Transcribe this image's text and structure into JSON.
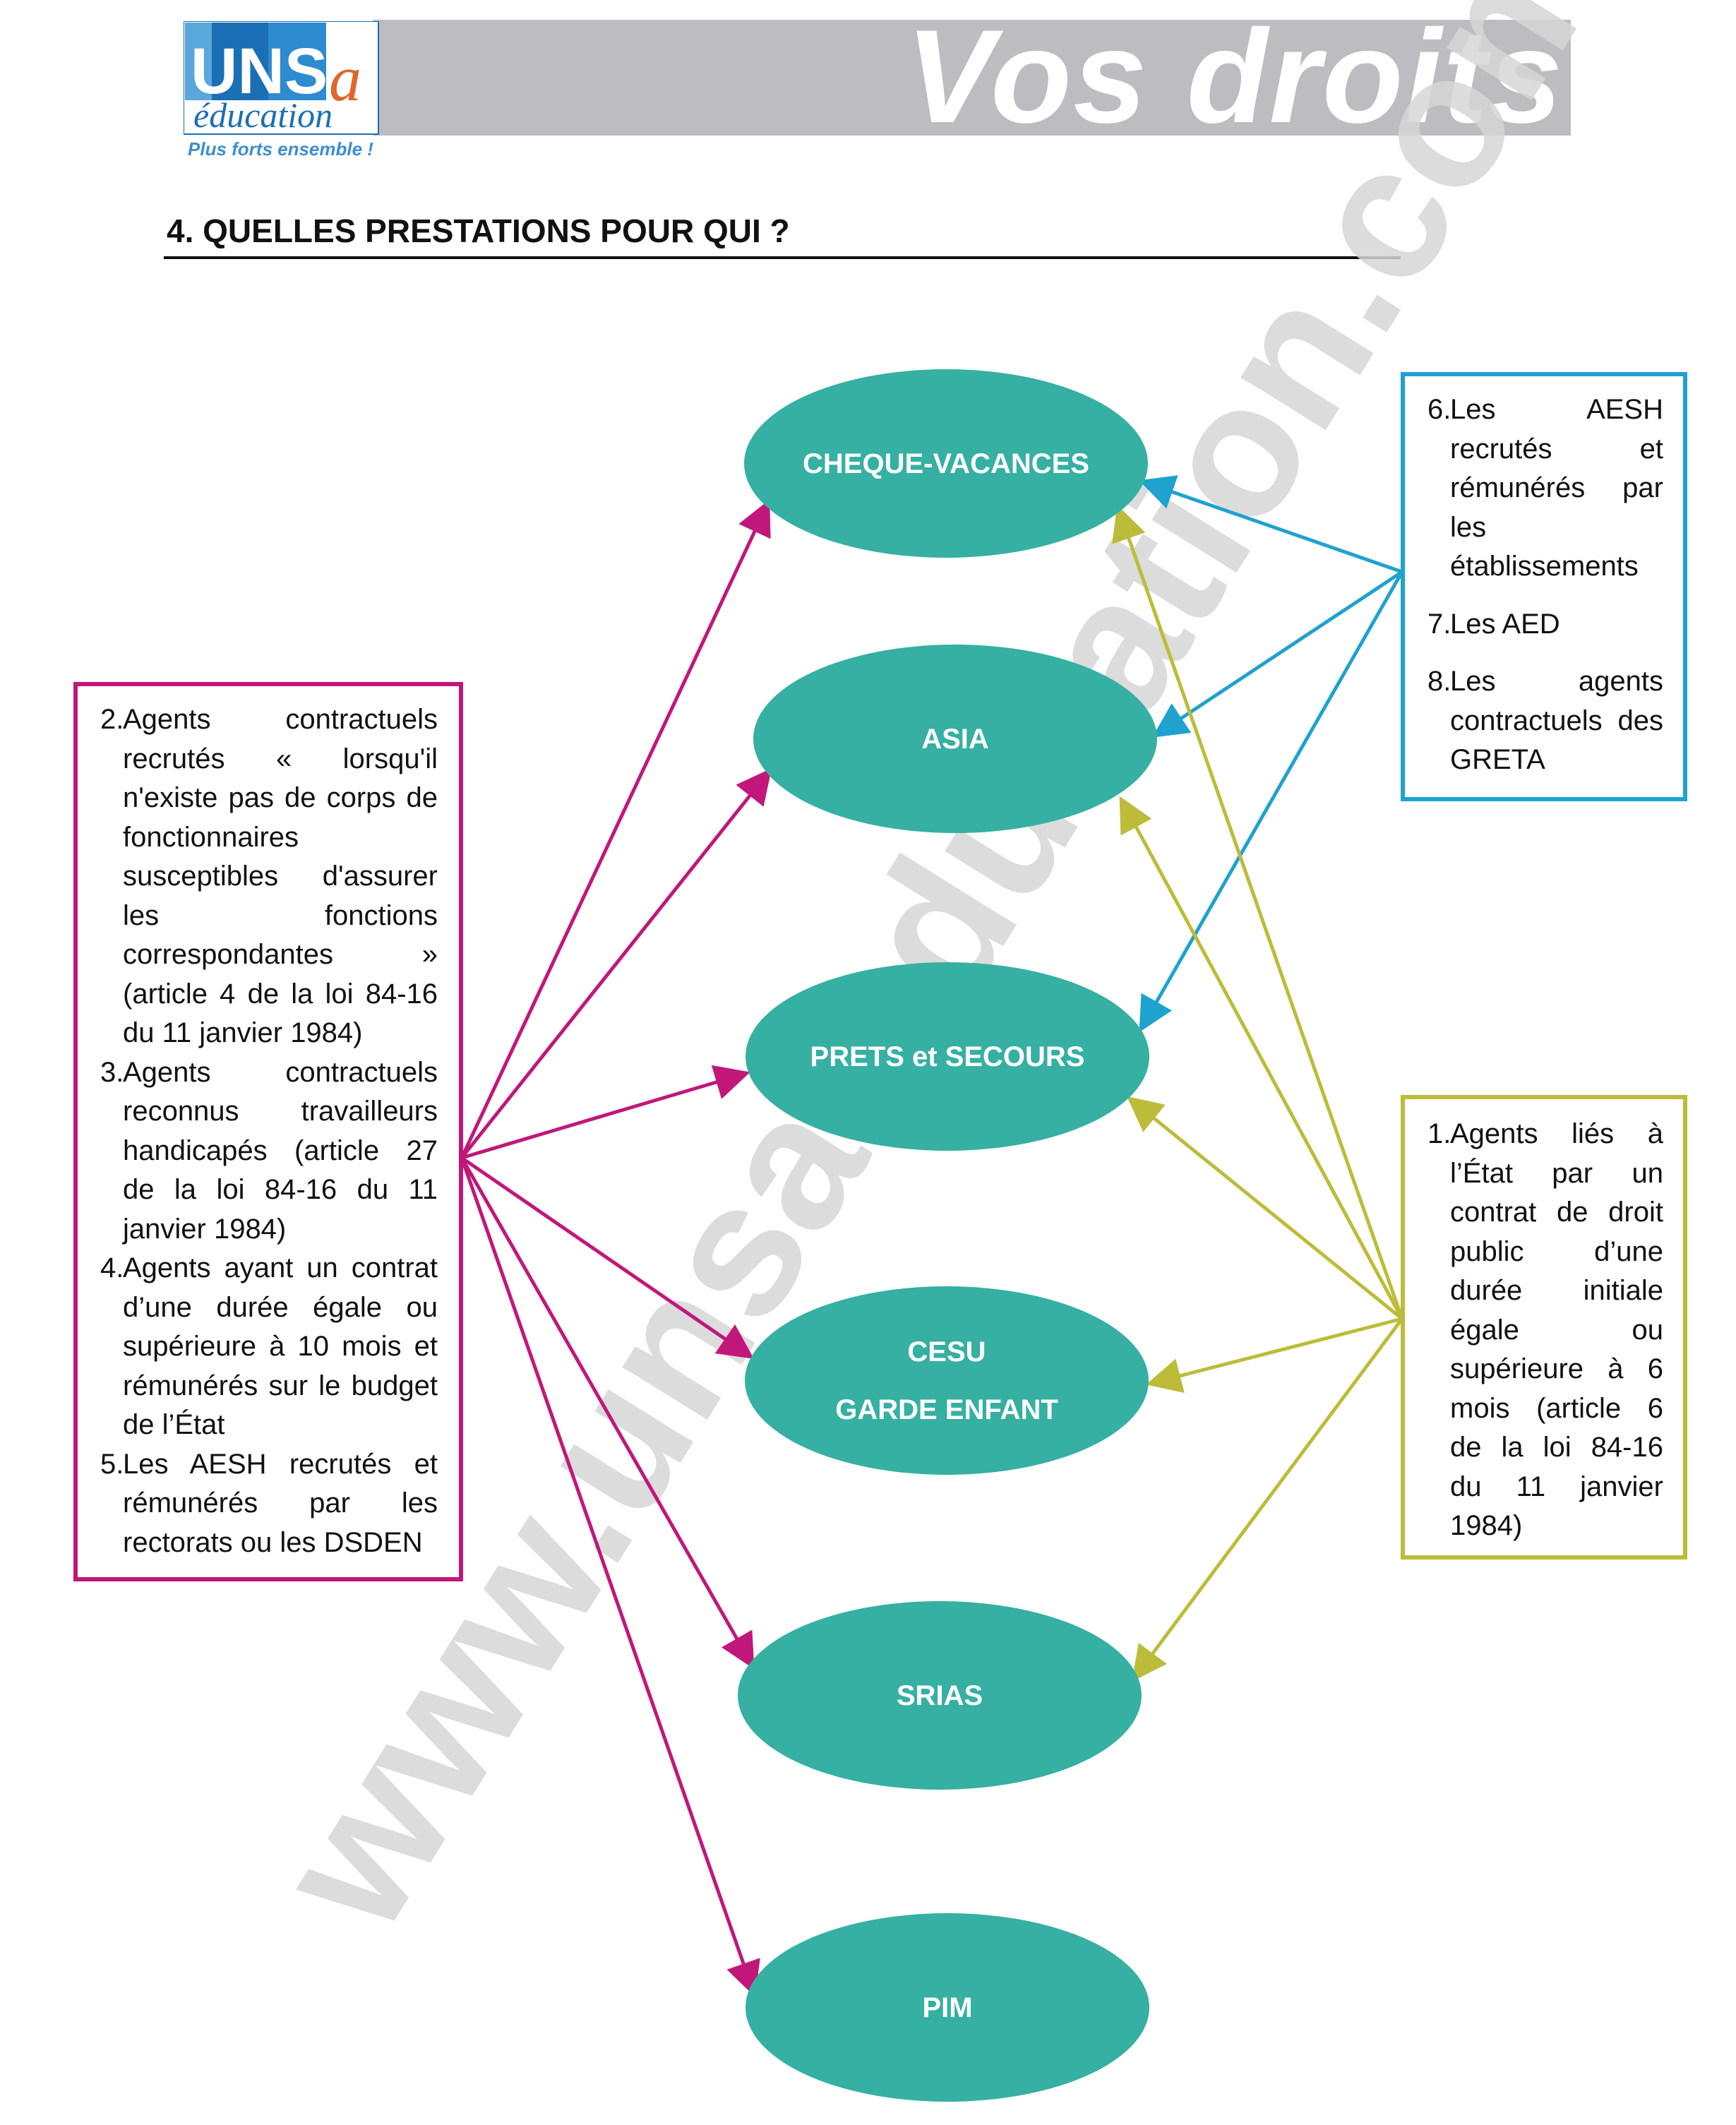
{
  "header": {
    "banner_text": "Vos droits",
    "logo": {
      "letters_main": "UNS",
      "letter_accent": "a",
      "subtitle": "éducation",
      "tagline": "Plus forts ensemble !"
    }
  },
  "section_title": "4. QUELLES PRESTATIONS POUR QUI ?",
  "watermark": "www.unsa-education.com",
  "benefits": [
    {
      "id": "cheque-vacances",
      "lines": [
        "CHEQUE-VACANCES"
      ]
    },
    {
      "id": "asia",
      "lines": [
        "ASIA"
      ]
    },
    {
      "id": "prets-secours",
      "lines": [
        "PRETS et SECOURS"
      ]
    },
    {
      "id": "cesu",
      "lines": [
        "CESU",
        "GARDE ENFANT"
      ]
    },
    {
      "id": "srias",
      "lines": [
        "SRIAS"
      ]
    },
    {
      "id": "pim",
      "lines": [
        "PIM"
      ]
    }
  ],
  "groups": {
    "left": {
      "items": [
        {
          "num": "2.",
          "text": "Agents contractuels recrutés « lorsqu'il n'existe pas de corps de fonctionnaires susceptibles d'assurer les fonctions correspondantes » (article 4 de la loi 84-16 du 11 janvier 1984)"
        },
        {
          "num": "3.",
          "text": "Agents contractuels reconnus travailleurs handicapés (article 27 de la loi 84-16 du 11 janvier 1984)"
        },
        {
          "num": "4.",
          "text": "Agents ayant un contrat d’une durée égale ou supérieure à 10 mois et rémunérés sur le budget de l’État"
        },
        {
          "num": "5.",
          "text": "Les AESH recrutés et rémunérés par les rectorats ou les DSDEN"
        }
      ]
    },
    "right_top": {
      "items": [
        {
          "num": "6.",
          "text": "Les AESH recrutés et rémunérés par les établissements"
        },
        {
          "num": "7.",
          "text": "Les AED"
        },
        {
          "num": "8.",
          "text": "Les agents contractuels des GRETA"
        }
      ]
    },
    "right_bottom": {
      "items": [
        {
          "num": "1.",
          "text": "Agents liés à l’État par un contrat de droit public d’une durée initiale égale ou supérieure à 6 mois (article 6 de la loi 84-16 du 11 janvier 1984)"
        }
      ]
    }
  },
  "connections": [
    {
      "from": "left",
      "to": [
        "cheque-vacances",
        "asia",
        "prets-secours",
        "cesu",
        "srias",
        "pim"
      ]
    },
    {
      "from": "right_top",
      "to": [
        "cheque-vacances",
        "asia",
        "prets-secours"
      ]
    },
    {
      "from": "right_bottom",
      "to": [
        "cheque-vacances",
        "asia",
        "prets-secours",
        "cesu",
        "srias"
      ]
    }
  ],
  "colors": {
    "ellipse": "#35b0a2",
    "left_group": "#c1177a",
    "right_top_group": "#1ea2cf",
    "right_bottom_group": "#bcbc3a",
    "banner": "#bdbcc0",
    "logo_blue": "#1b6fb5",
    "logo_orange": "#e0662b"
  }
}
